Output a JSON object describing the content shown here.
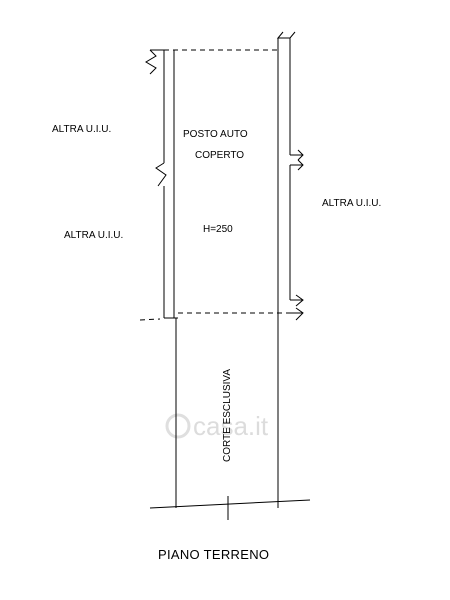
{
  "labels": {
    "altra_uiu_top_left": "ALTRA U.I.U.",
    "altra_uiu_bottom_left": "ALTRA U.I.U.",
    "altra_uiu_right": "ALTRA U.I.U.",
    "posto_auto_line1": "POSTO AUTO",
    "posto_auto_line2": "COPERTO",
    "height": "H=250",
    "corte": "CORTE ESCLUSIVA",
    "title": "PIANO TERRENO"
  },
  "watermark": "casa.it"
}
